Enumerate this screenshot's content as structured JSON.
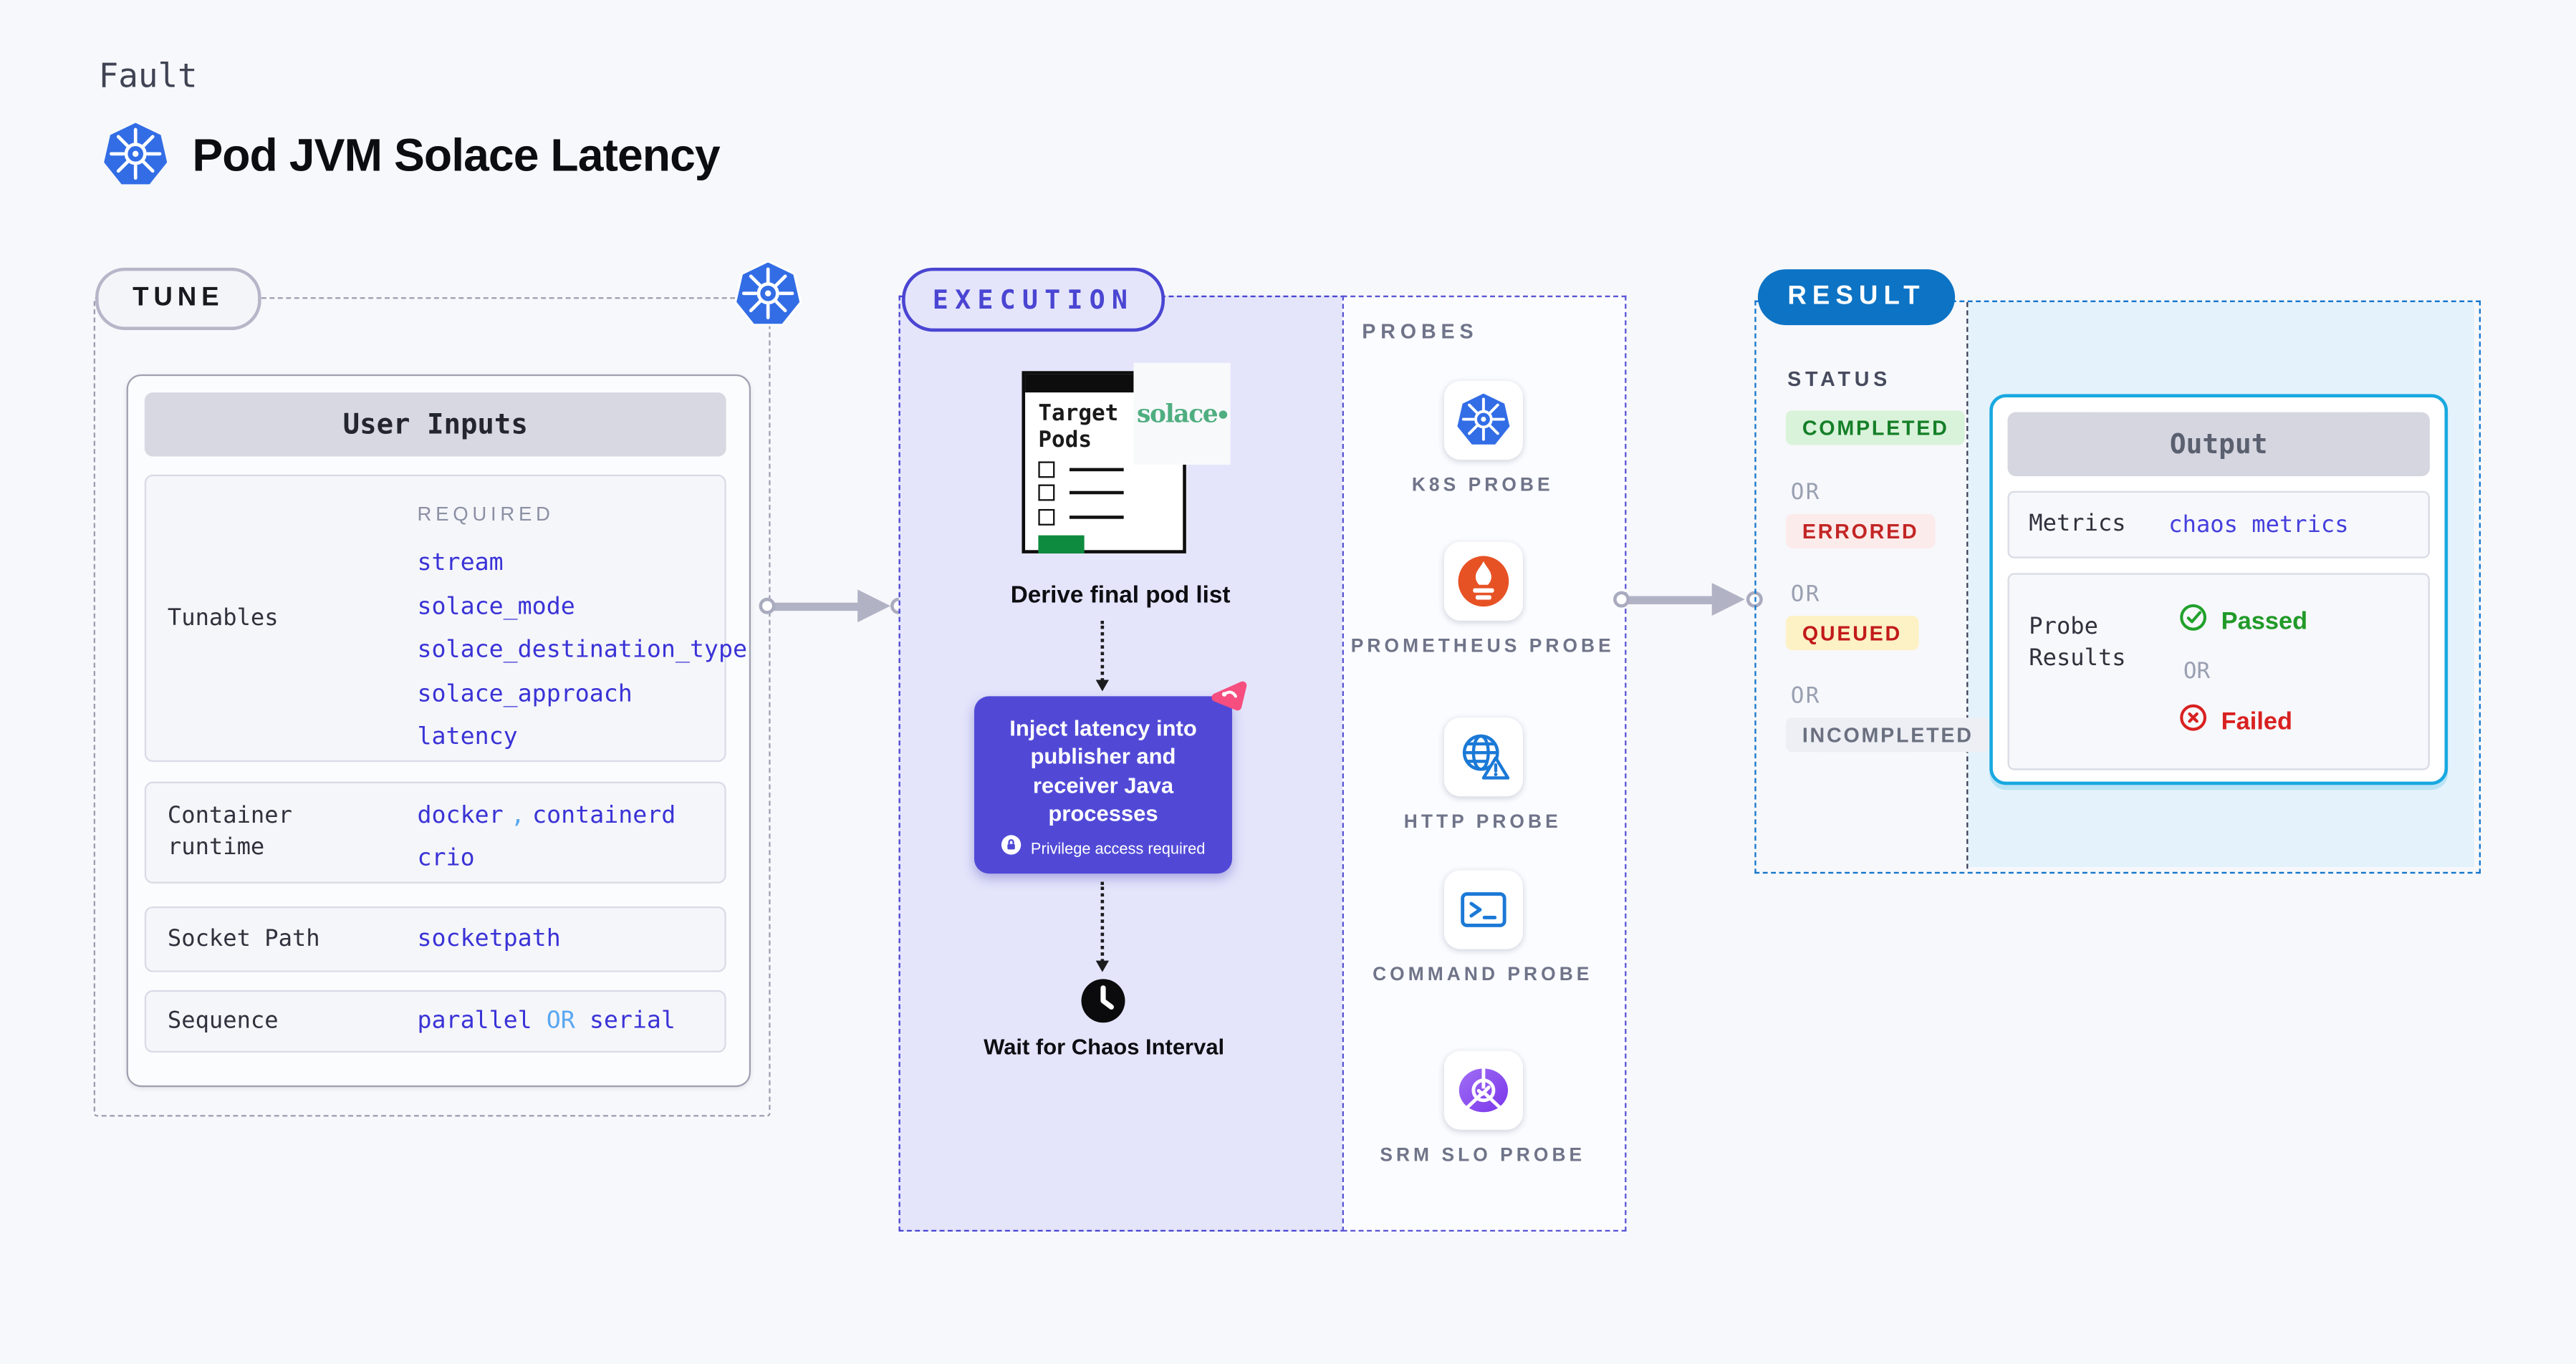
{
  "header": {
    "kicker": "Fault",
    "title": "Pod JVM Solace Latency"
  },
  "tune": {
    "label": "TUNE",
    "card_title": "User Inputs",
    "rows": {
      "tunables": {
        "label": "Tunables",
        "tag": "REQUIRED",
        "values": [
          "stream",
          "solace_mode",
          "solace_destination_type",
          "solace_approach",
          "latency"
        ]
      },
      "runtime": {
        "label": "Container runtime",
        "value1": "docker",
        "comma": ",",
        "value2": "containerd",
        "value3": "crio"
      },
      "socket": {
        "label": "Socket Path",
        "value": "socketpath"
      },
      "sequence": {
        "label": "Sequence",
        "value1": "parallel",
        "or": "OR",
        "value2": "serial"
      }
    }
  },
  "execution": {
    "label": "EXECUTION",
    "derive": {
      "doc_title": "Target Pods",
      "badge": "solace",
      "caption": "Derive final pod list"
    },
    "inject": {
      "text": "Inject latency into publisher and receiver Java processes",
      "note": "Privilege access required"
    },
    "wait": {
      "caption": "Wait for Chaos Interval"
    }
  },
  "probes": {
    "label": "PROBES",
    "items": [
      {
        "icon": "kubernetes-icon",
        "label": "K8S PROBE"
      },
      {
        "icon": "prometheus-icon",
        "label": "PROMETHEUS PROBE"
      },
      {
        "icon": "http-globe-warning-icon",
        "label": "HTTP PROBE"
      },
      {
        "icon": "command-terminal-icon",
        "label": "COMMAND PROBE"
      },
      {
        "icon": "srm-slo-pie-check-icon",
        "label": "SRM SLO PROBE"
      }
    ]
  },
  "result": {
    "label": "RESULT",
    "status": {
      "title": "STATUS",
      "or": "OR",
      "badges": [
        {
          "text": "COMPLETED",
          "type": "completed"
        },
        {
          "text": "ERRORED",
          "type": "errored"
        },
        {
          "text": "QUEUED",
          "type": "queued"
        },
        {
          "text": "INCOMPLETED",
          "type": "incompleted"
        }
      ]
    },
    "output": {
      "title": "Output",
      "metrics_label": "Metrics",
      "metrics_value": "chaos metrics",
      "probe_results_label": "Probe Results",
      "passed": "Passed",
      "or": "OR",
      "failed": "Failed"
    }
  },
  "colors": {
    "page_bg": "#f7f8fb",
    "accent_indigo": "#4a45d2",
    "accent_blue": "#0d73c4",
    "accent_cyan": "#18a8e0",
    "value_blue": "#3a33d6",
    "link_light_blue": "#5aa7f0",
    "inject_purple": "#5149d6",
    "success_green": "#1a8a2c",
    "error_red": "#c72525",
    "queued_bg": "#fdf1c6",
    "solace_green": "#4fae80",
    "prometheus_orange": "#e75225",
    "kubernetes_blue": "#326de6",
    "chaos_pink": "#f64e7f"
  }
}
